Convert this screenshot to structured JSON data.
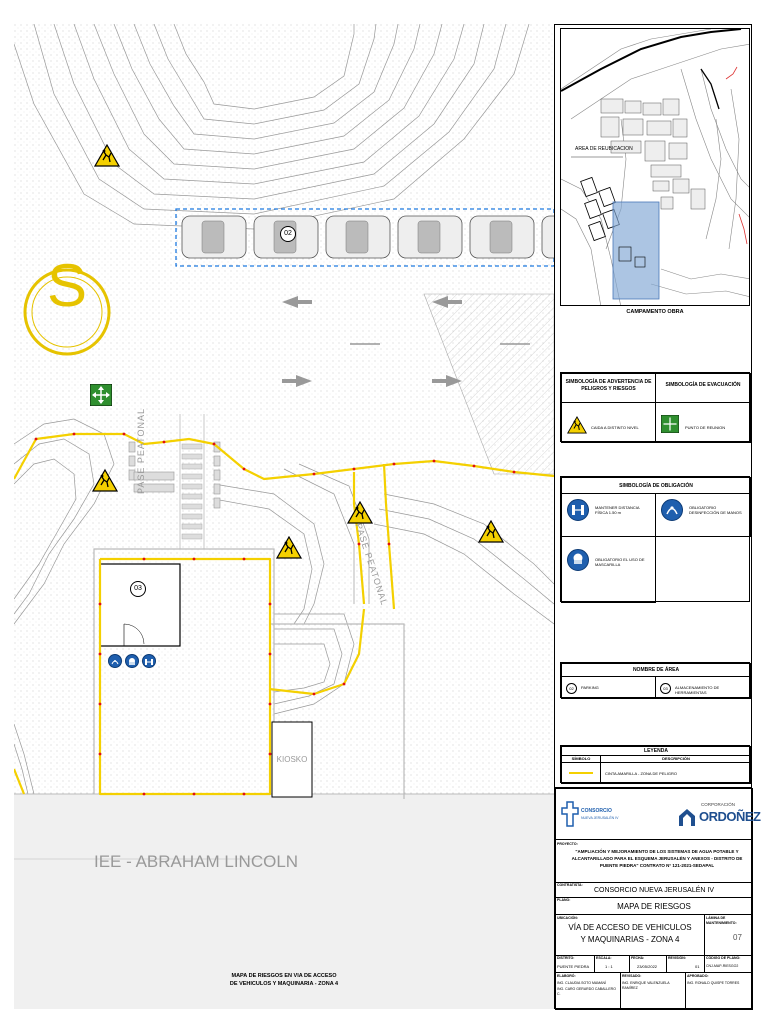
{
  "map": {
    "school_label": "IEE - ABRAHAM LINCOLN",
    "kiosk_label": "KIOSKO",
    "pedestrian_label_1": "PASE PEATONAL",
    "pedestrian_label_2": "PASE PEATONAL",
    "parking_badge": "02",
    "area_badge": "03",
    "helipad_letter": "S",
    "bottom_caption_line1": "MAPA DE RIESGOS EN VIA DE ACCESO",
    "bottom_caption_line2": "DE VEHICULOS Y MAQUINARIA - ZONA 4"
  },
  "keyplan": {
    "area_label": "AREA DE REUBICACION",
    "caption": "CAMPAMENTO OBRA"
  },
  "warning_legend": {
    "col1_title": "SIMBOLOGÍA DE ADVERTENCIA DE PELIGROS Y RIESGOS",
    "col2_title": "SIMBOLOGÍA DE EVACUACIÓN",
    "item1": "CAIDA A DISTINTO NIVEL",
    "item2": "PUNTO DE REUNION"
  },
  "obligation_legend": {
    "title": "SIMBOLOGÍA DE OBLIGACIÓN",
    "item1": "MANTENER DISTANCIA FÍSICA 1.50 m",
    "item2": "OBLIGATORIO DESINFECCIÓN DE MANOS",
    "item3": "OBLIGATORIO EL USO DE MASCARILLA"
  },
  "area_names": {
    "title": "NOMBRE DE ÁREA",
    "badge1": "02",
    "item1": "PARKING",
    "badge2": "03",
    "item2": "ALMACENAMIENTO DE HERRAMIENTAS"
  },
  "legend": {
    "title": "LEYENDA",
    "col1": "SÍMBOLO",
    "col2": "DESCRIPCIÓN",
    "item1": "CINTA AMARILLA - ZONA DE PELIGRO"
  },
  "title_block": {
    "consorcio_logo_text": "CONSORCIO",
    "consorcio_logo_sub": "NUEVA JERUSALÉN IV",
    "ordonez_top": "CORPORACIÓN",
    "ordonez_name": "ORDOÑEZ",
    "project_label": "PROYECTO:",
    "project_text": "\"AMPLIACIÓN Y MEJORAMIENTO DE LOS SISTEMAS DE AGUA POTABLE Y ALCANTARILLADO PARA EL ESQUEMA JERUSALÉN Y ANEXOS - DISTRITO DE PUENTE PIEDRA\" CONTRATO N° 121-2021-SEDAPAL",
    "contractor_label": "CONTRATISTA:",
    "contractor_value": "CONSORCIO NUEVA JERUSALÉN IV",
    "plan_label": "PLANO:",
    "plan_value": "MAPA DE RIESGOS",
    "location_label": "UBICACIÓN:",
    "location_value_1": "VÍA DE ACCESO DE VEHICULOS",
    "location_value_2": "Y MAQUINARIAS - ZONA 4",
    "sheet_label": "LÁMINA DE MANTENIMIENTO:",
    "sheet_value": "07",
    "district_label": "DISTRITO:",
    "district_value": "PUENTE PIEDRA",
    "scale_label": "ESCALA:",
    "scale_value": "1 : 1",
    "date_label": "FECHA:",
    "date_value": "23/05/2022",
    "revision_label": "REVISIÓN:",
    "revision_value": "01",
    "plan_code_label": "CÓDIGO DE PLANO:",
    "plan_code_value": "CNJ-MAP-RIESGO2",
    "elaborated_label": "ELABORÓ:",
    "elaborated_1": "ING. CLAUDIA SOTO MAMANÍ",
    "elaborated_2": "ING. CARO GERARDO CABALLERO C.",
    "reviewed_label": "REVISADO:",
    "reviewed_value": "ING. ENRIQUE VALENZUELA RAMÍREZ",
    "approved_label": "APROBADO:",
    "approved_value": "ING. RONALD QUISPE TORRES"
  },
  "colors": {
    "safety_yellow": "#f4d000",
    "danger_red": "#e01010",
    "evac_green": "#2f8f2f",
    "oblig_blue": "#1f5fae",
    "parking_dashed": "#1e7ae0",
    "keyplan_overlay": "#7fa6d4"
  }
}
